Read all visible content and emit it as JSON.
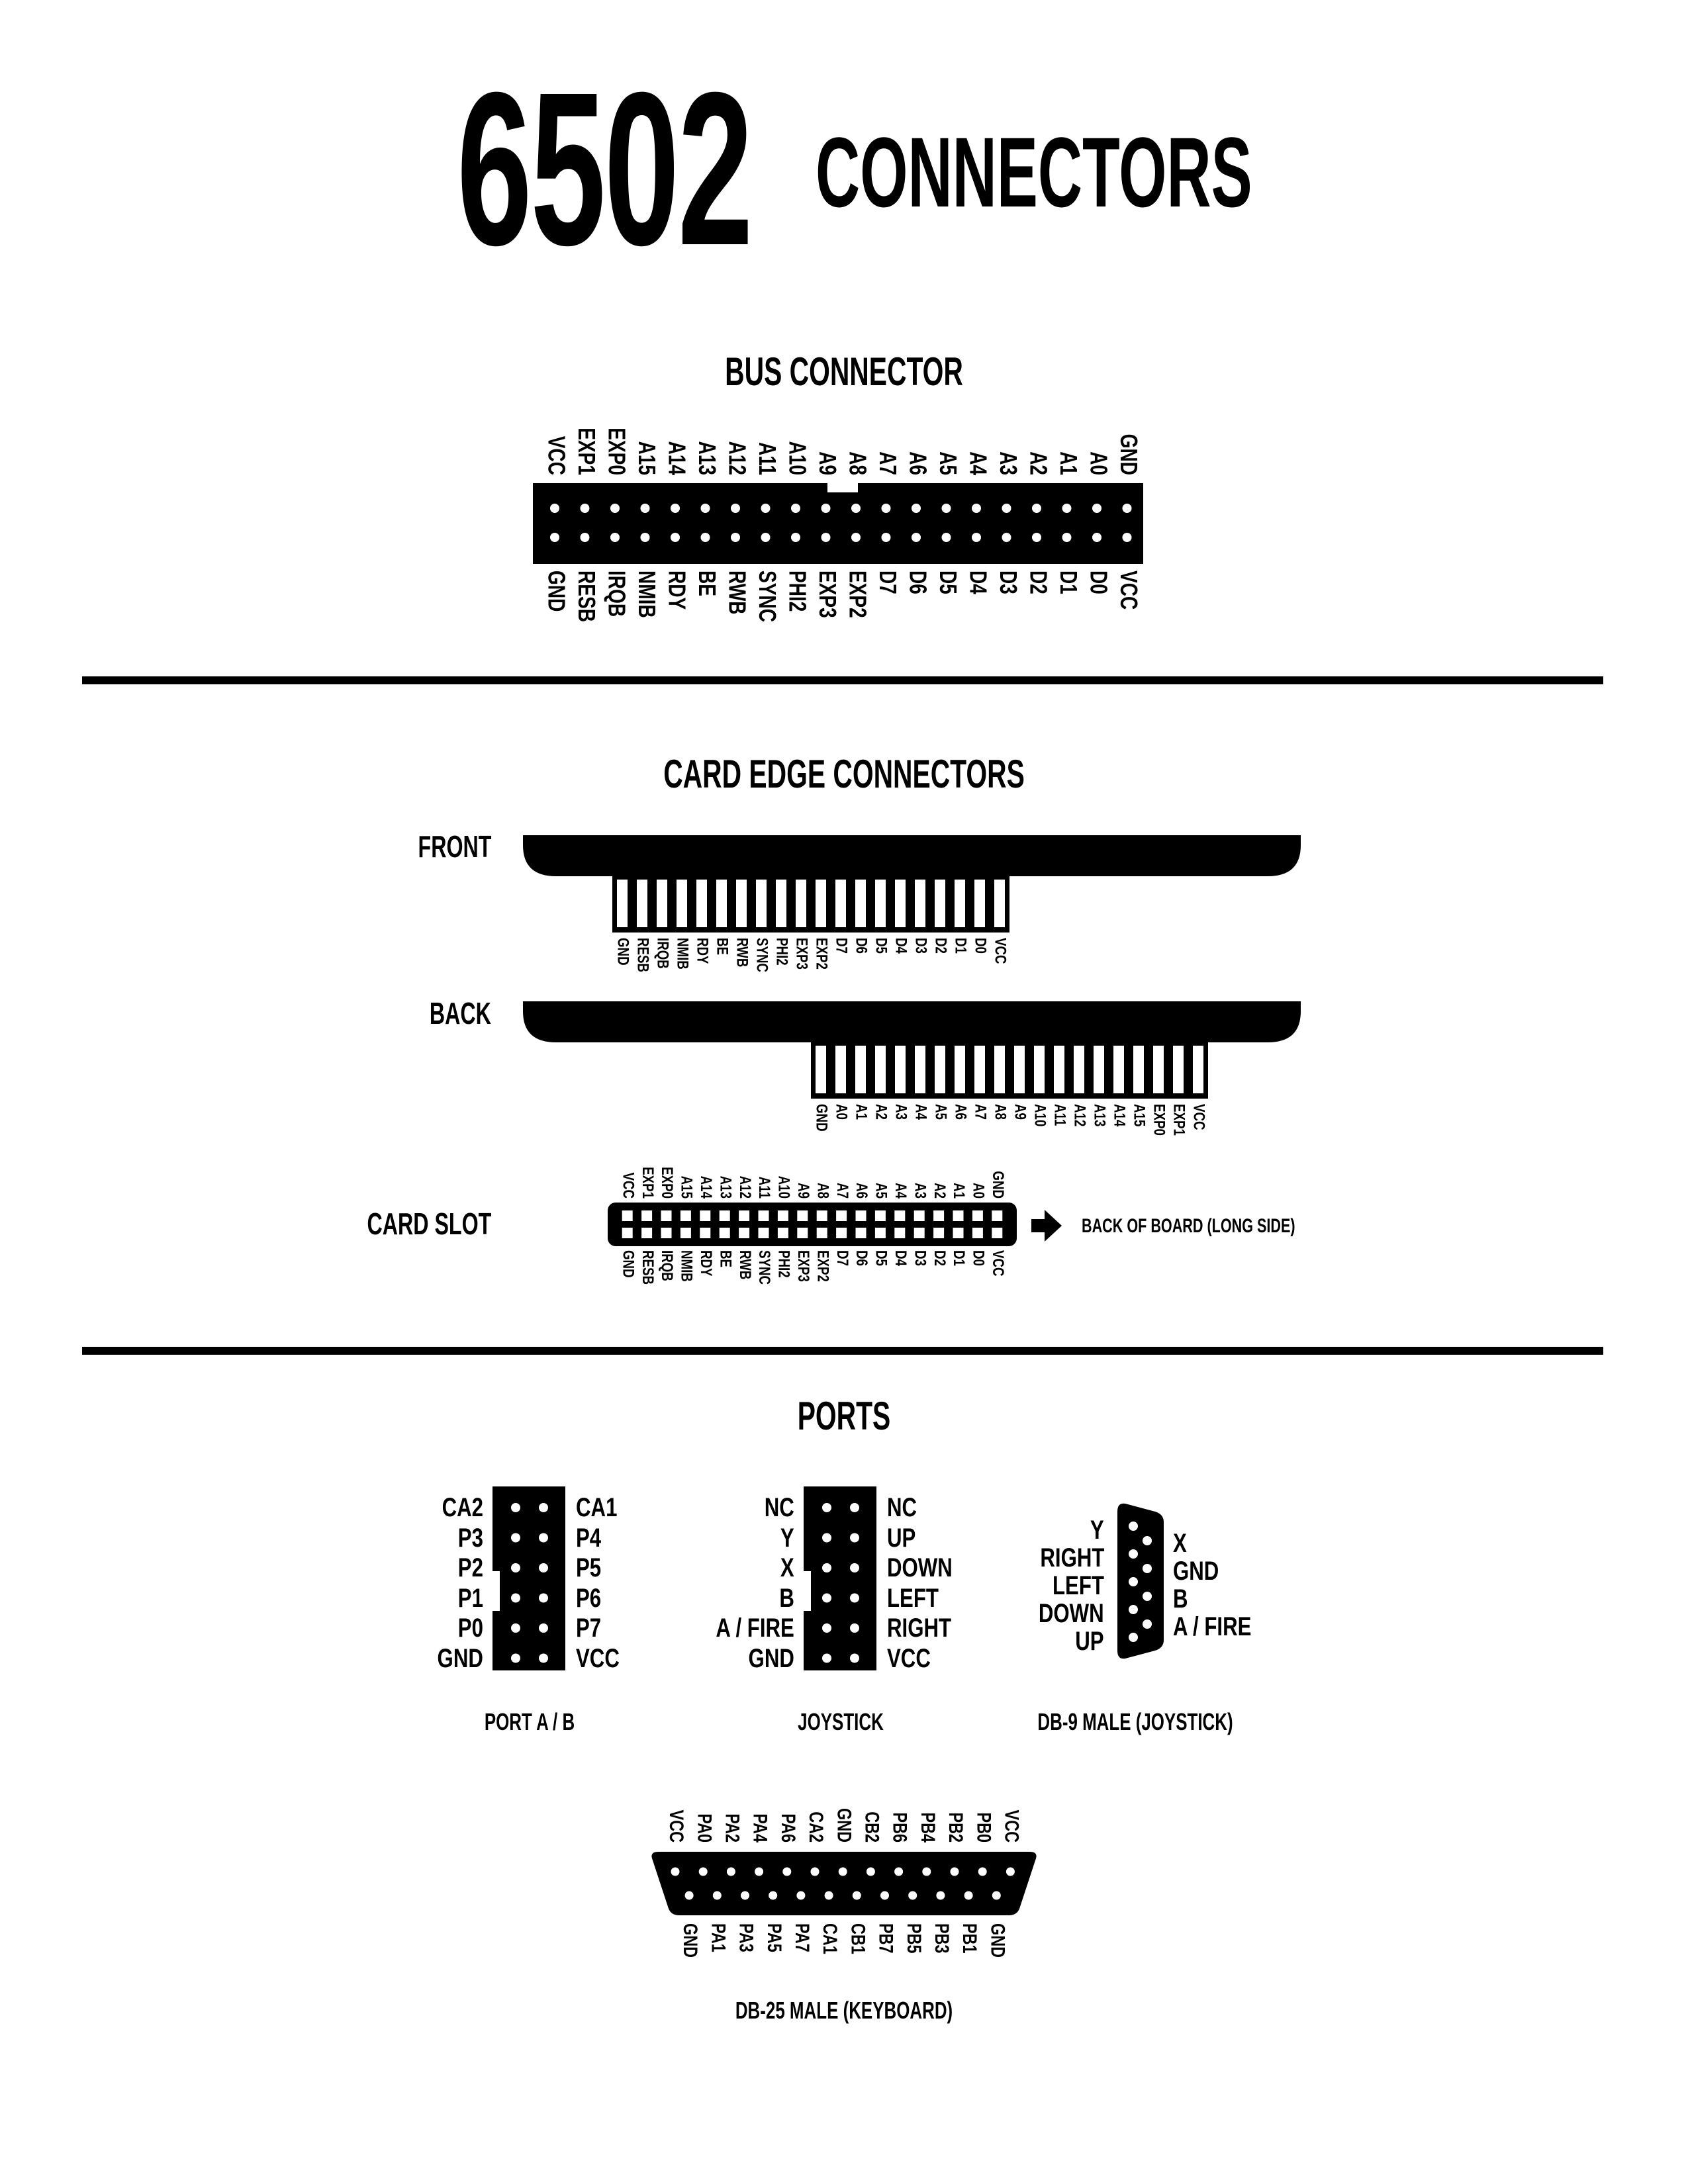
{
  "title": {
    "number": "6502",
    "word": "CONNECTORS"
  },
  "sections": {
    "bus": "BUS CONNECTOR",
    "card_edge": "CARD EDGE CONNECTORS",
    "ports": "PORTS"
  },
  "bus_connector": {
    "top_labels": [
      "VCC",
      "EXP1",
      "EXP0",
      "A15",
      "A14",
      "A13",
      "A12",
      "A11",
      "A10",
      "A9",
      "A8",
      "A7",
      "A6",
      "A5",
      "A4",
      "A3",
      "A2",
      "A1",
      "A0",
      "GND"
    ],
    "bottom_labels": [
      "GND",
      "RESB",
      "IRQB",
      "NMIB",
      "RDY",
      "BE",
      "RWB",
      "SYNC",
      "PHI2",
      "EXP3",
      "EXP2",
      "D7",
      "D6",
      "D5",
      "D4",
      "D3",
      "D2",
      "D1",
      "D0",
      "VCC"
    ]
  },
  "card_edge": {
    "front_label": "FRONT",
    "front_labels": [
      "GND",
      "RESB",
      "IRQB",
      "NMIB",
      "RDY",
      "BE",
      "RWB",
      "SYNC",
      "PHI2",
      "EXP3",
      "EXP2",
      "D7",
      "D6",
      "D5",
      "D4",
      "D3",
      "D2",
      "D1",
      "D0",
      "VCC"
    ],
    "back_label": "BACK",
    "back_labels": [
      "GND",
      "A0",
      "A1",
      "A2",
      "A3",
      "A4",
      "A5",
      "A6",
      "A7",
      "A8",
      "A9",
      "A10",
      "A11",
      "A12",
      "A13",
      "A14",
      "A15",
      "EXP0",
      "EXP1",
      "VCC"
    ],
    "slot_label": "CARD SLOT",
    "slot_top_labels": [
      "VCC",
      "EXP1",
      "EXP0",
      "A15",
      "A14",
      "A13",
      "A12",
      "A11",
      "A10",
      "A9",
      "A8",
      "A7",
      "A6",
      "A5",
      "A4",
      "A3",
      "A2",
      "A1",
      "A0",
      "GND"
    ],
    "slot_bottom_labels": [
      "GND",
      "RESB",
      "IRQB",
      "NMIB",
      "RDY",
      "BE",
      "RWB",
      "SYNC",
      "PHI2",
      "EXP3",
      "EXP2",
      "D7",
      "D6",
      "D5",
      "D4",
      "D3",
      "D2",
      "D1",
      "D0",
      "VCC"
    ],
    "arrow_note": "BACK OF BOARD (LONG SIDE)"
  },
  "ports": {
    "port_ab": {
      "caption": "PORT A / B",
      "left": [
        "CA2",
        "P3",
        "P2",
        "P1",
        "P0",
        "GND"
      ],
      "right": [
        "CA1",
        "P4",
        "P5",
        "P6",
        "P7",
        "VCC"
      ]
    },
    "joystick": {
      "caption": "JOYSTICK",
      "left": [
        "NC",
        "Y",
        "X",
        "B",
        "A / FIRE",
        "GND"
      ],
      "right": [
        "NC",
        "UP",
        "DOWN",
        "LEFT",
        "RIGHT",
        "VCC"
      ]
    },
    "db9": {
      "caption": "DB-9 MALE (JOYSTICK)",
      "left": [
        "Y",
        "RIGHT",
        "LEFT",
        "DOWN",
        "UP"
      ],
      "right": [
        "X",
        "GND",
        "B",
        "A / FIRE"
      ]
    },
    "db25": {
      "caption": "DB-25 MALE (KEYBOARD)",
      "top_labels": [
        "VCC",
        "PA0",
        "PA2",
        "PA4",
        "PA6",
        "CA2",
        "GND",
        "CB2",
        "PB6",
        "PB4",
        "PB2",
        "PB0",
        "VCC"
      ],
      "bottom_labels": [
        "GND",
        "PA1",
        "PA3",
        "PA5",
        "PA7",
        "CA1",
        "CB1",
        "PB7",
        "PB5",
        "PB3",
        "PB1",
        "GND"
      ]
    }
  }
}
